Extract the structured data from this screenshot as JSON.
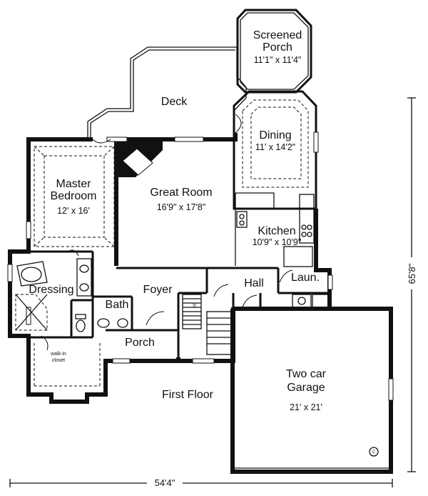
{
  "rooms": {
    "screened_porch": {
      "line1": "Screened",
      "line2": "Porch",
      "size": "11'1\" x 11'4\""
    },
    "deck": {
      "label": "Deck"
    },
    "dining": {
      "label": "Dining",
      "size": "11' x 14'2\""
    },
    "master_bedroom": {
      "line1": "Master",
      "line2": "Bedroom",
      "size": "12' x 16'"
    },
    "great_room": {
      "label": "Great Room",
      "size": "16'9\" x 17'8\""
    },
    "kitchen": {
      "label": "Kitchen",
      "size": "10'9\" x 10'9\""
    },
    "dressing": {
      "label": "Dressing"
    },
    "bath": {
      "label": "Bath"
    },
    "foyer": {
      "label": "Foyer"
    },
    "hall": {
      "label": "Hall"
    },
    "laundry": {
      "label": "Laun."
    },
    "walk_in_closet": {
      "line1": "walk-in",
      "line2": "closet"
    },
    "porch": {
      "label": "Porch"
    },
    "garage": {
      "line1": "Two car",
      "line2": "Garage",
      "size": "21' x 21'"
    }
  },
  "floor_label": "First Floor",
  "stair_label": "up",
  "dimensions": {
    "width": "54'4\"",
    "depth": "65'8\""
  },
  "copyright": "C"
}
